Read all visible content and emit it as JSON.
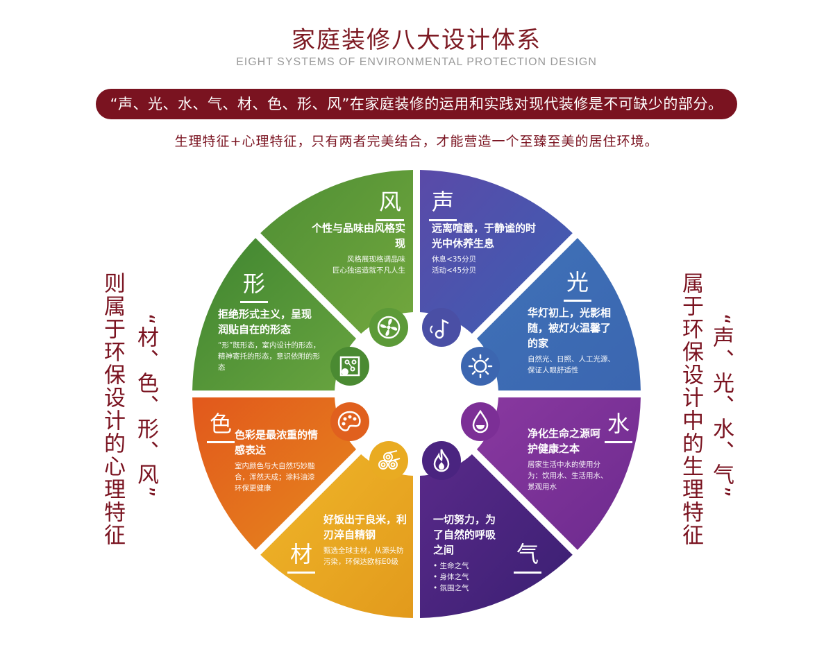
{
  "header": {
    "title": "家庭装修八大设计体系",
    "subtitle": "EIGHT SYSTEMS OF ENVIRONMENTAL PROTECTION DESIGN",
    "banner": "“声、光、水、气、材、色、形、风”在家庭装修的运用和实践对现代装修是不可缺少的部分。",
    "tagline": "生理特征+心理特征，只有两者完美结合，才能营造一个至臻至美的居住环境。"
  },
  "left_side": {
    "main": "则属于环保设计的心理特征",
    "quote": "“材、色、形、风”"
  },
  "right_side": {
    "main": "属于环保设计中的生理特征",
    "quote": "“声、光、水、气”"
  },
  "segments": {
    "sheng": {
      "title": "声",
      "heading": "远离喧嚣，于静谧的时光中休养生息",
      "details": [
        "休息<35分贝",
        "活动<45分贝"
      ],
      "color": "#4a54a8",
      "icon": "music-note-icon"
    },
    "guang": {
      "title": "光",
      "heading": "华灯初上，光影相随，被灯火温馨了的家",
      "details": [
        "自然光、日照、人工光源、保证人眼舒适性"
      ],
      "color": "#3d6db0",
      "icon": "sun-icon"
    },
    "shui": {
      "title": "水",
      "heading": "净化生命之源呵护健康之本",
      "details": [
        "居家生活中水的使用分为：饮用水、生活用水、景观用水"
      ],
      "color": "#7a2f95",
      "icon": "water-drop-icon"
    },
    "qi": {
      "title": "气",
      "heading": "一切努力，为了自然的呼吸之间",
      "details": [
        "• 生命之气",
        "• 身体之气",
        "• 氛围之气"
      ],
      "color": "#4b2580",
      "icon": "flame-icon"
    },
    "cai": {
      "title": "材",
      "heading": "好饭出于良米，利刃淬自精钢",
      "details": [
        "甄选全球主材，从源头防污染，环保达欧标E0级"
      ],
      "color": "#e6a81e",
      "icon": "logs-icon"
    },
    "se": {
      "title": "色",
      "heading": "色彩是最浓重的情感表达",
      "details": [
        "室内颜色与大自然巧妙融合，浑然天成；涂料油漆环保更健康"
      ],
      "color": "#e0661f",
      "icon": "palette-icon"
    },
    "xing": {
      "title": "形",
      "heading": "拒绝形式主义，呈现润贴自在的形态",
      "details": [
        "“形”既形态，室内设计的形态，精神寄托的形态，意识依附的形态"
      ],
      "color": "#4f8f33",
      "icon": "shapes-icon"
    },
    "feng": {
      "title": "风",
      "heading": "个性与品味由风格实现",
      "details": [
        "风格展现格调品味",
        "匠心独运造就不凡人生"
      ],
      "color": "#5e9a3a",
      "icon": "fan-icon"
    }
  }
}
